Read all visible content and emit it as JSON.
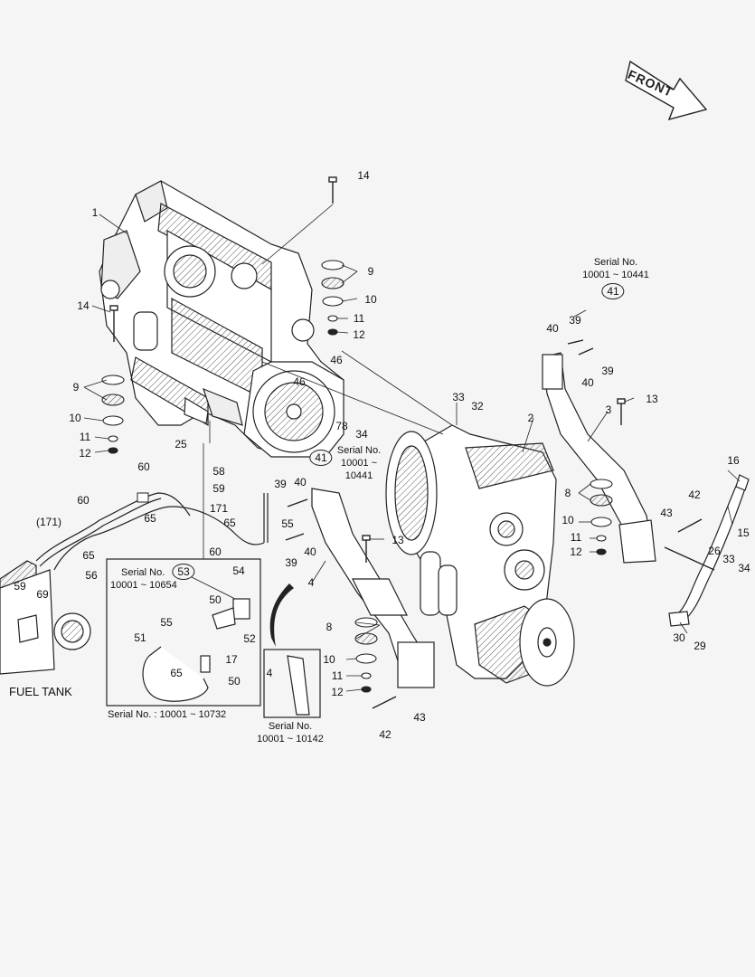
{
  "front_label": "FRONT",
  "fuel_tank_label": "FUEL TANK",
  "callouts": {
    "c1": "1",
    "c2": "2",
    "c3": "3",
    "c4": "4",
    "c9a": "9",
    "c9b": "9",
    "c10a": "10",
    "c10b": "10",
    "c11a": "11",
    "c11b": "11",
    "c12a": "12",
    "c12b": "12",
    "c14a": "14",
    "c14b": "14",
    "c13a": "13",
    "c13b": "13",
    "c25": "25",
    "c32": "32",
    "c33": "33",
    "c34": "34",
    "c46a": "46",
    "c46b": "46",
    "c78": "78",
    "c39a": "39",
    "c40a": "40",
    "c39b": "39",
    "c40b": "40",
    "c39c": "39",
    "c40c": "40",
    "c39d": "39",
    "c40d": "40",
    "c8a": "8",
    "c10c": "10",
    "c11c": "11",
    "c12c": "12",
    "c8b": "8",
    "c10d": "10",
    "c11d": "11",
    "c12d": "12",
    "c42a": "42",
    "c43a": "43",
    "c42b": "42",
    "c43b": "43",
    "c16": "16",
    "c15": "15",
    "c26": "26",
    "c33b": "33",
    "c34b": "34",
    "c30": "30",
    "c29": "29",
    "c58": "58",
    "c59a": "59",
    "c171": "171",
    "c65a": "65",
    "c55a": "55",
    "c60a": "60",
    "c60b": "60",
    "c60c": "60",
    "c65b": "65",
    "c171p": "(171)",
    "c65c": "65",
    "c56": "56",
    "c59b": "59",
    "c69": "69",
    "c54": "54",
    "c50a": "50",
    "c52": "52",
    "c55b": "55",
    "c51": "51",
    "c65d": "65",
    "c17": "17",
    "c50b": "50",
    "c4b": "4",
    "c41a": "41",
    "c41b": "41",
    "c53": "53"
  },
  "notes": {
    "serial_top_title": "Serial No.",
    "serial_top_range": "10001 ~ 10441",
    "serial_mid_title": "Serial No.",
    "serial_mid_range1": "10001 ~",
    "serial_mid_range2": "10441",
    "serial_box_title": "Serial No.",
    "serial_box_range": "10001 ~ 10654",
    "serial_box_bottom": "Serial No. : 10001 ~ 10732",
    "serial_bracket_title": "Serial No.",
    "serial_bracket_range": "10001 ~ 10142"
  }
}
